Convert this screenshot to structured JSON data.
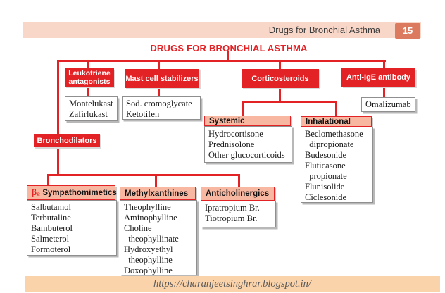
{
  "header_bar": {
    "title": "Drugs for Bronchial Asthma",
    "page_number": "15"
  },
  "diagram_title": "DRUGS FOR BRONCHIAL ASTHMA",
  "colors": {
    "red": "#e32226",
    "salmon_header": "#f8b7a0",
    "top_bar": "#f8d7c9",
    "page_badge": "#dc7a5f",
    "footer_bar": "#fad3ab"
  },
  "branches": {
    "leukotriene": {
      "label": "Leukotriene antagonists",
      "drugs": [
        "Montelukast",
        "Zafirlukast"
      ]
    },
    "mast_cell": {
      "label": "Mast cell stabilizers",
      "drugs": [
        "Sod. cromoglycate",
        "Ketotifen"
      ]
    },
    "corticosteroids": {
      "label": "Corticosteroids",
      "systemic": {
        "label": "Systemic",
        "drugs": [
          "Hydrocortisone",
          "Prednisolone",
          "Other glucocorticoids"
        ]
      },
      "inhalational": {
        "label": "Inhalational",
        "drugs": [
          "Beclomethasone",
          "  dipropionate",
          "Budesonide",
          "Fluticasone",
          "  propionate",
          "Flunisolide",
          "Ciclesonide"
        ]
      }
    },
    "anti_ige": {
      "label": "Anti-IgE antibody",
      "drugs": [
        "Omalizumab"
      ]
    },
    "bronchodilators": {
      "label": "Bronchodilators",
      "beta2_sympathomimetics": {
        "label_beta": "β₂",
        "label": " Sympathomimetics",
        "drugs": [
          "Salbutamol",
          "Terbutaline",
          "Bambuterol",
          "Salmeterol",
          "Formoterol"
        ]
      },
      "methylxanthines": {
        "label": "Methylxanthines",
        "drugs": [
          "Theophylline",
          "Aminophylline",
          "Choline",
          "  theophyllinate",
          "Hydroxyethyl",
          "  theophylline",
          "Doxophylline"
        ]
      },
      "anticholinergics": {
        "label": "Anticholinergics",
        "drugs": [
          "Ipratropium Br.",
          "Tiotropium Br."
        ]
      }
    }
  },
  "footer": {
    "url": "https://charanjeetsinghrar.blogspot.in/"
  }
}
